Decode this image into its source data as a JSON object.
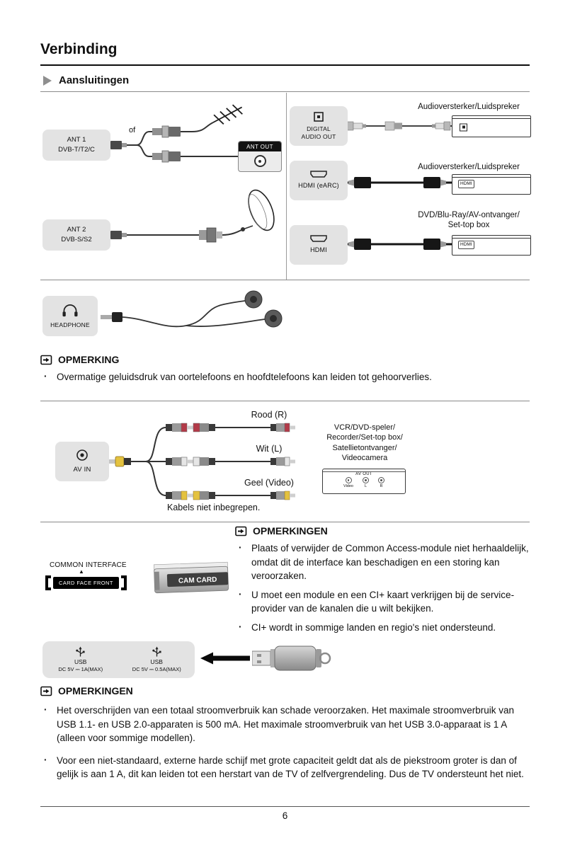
{
  "page": {
    "title": "Verbinding",
    "section": "Aansluitingen",
    "number": "6"
  },
  "antenna": {
    "ant1_line1": "ANT 1",
    "ant1_line2": "DVB-T/T2/C",
    "or_label": "of",
    "ant_out": "ANT OUT",
    "ant2_line1": "ANT 2",
    "ant2_line2": "DVB-S/S2"
  },
  "outputs": {
    "rows": [
      {
        "port_line1": "DIGITAL",
        "port_line2": "AUDIO OUT",
        "device": "Audioversterker/Luidspreker"
      },
      {
        "port": "HDMI (eARC)",
        "device": "Audioversterker/Luidspreker",
        "device_port": "HDMI"
      },
      {
        "port": "HDMI",
        "device_line1": "DVD/Blu-Ray/AV-ontvanger/",
        "device_line2": "Set-top box",
        "device_port": "HDMI"
      }
    ]
  },
  "headphone": {
    "port": "HEADPHONE"
  },
  "note_headphone": {
    "heading": "OPMERKING",
    "bullets": [
      "Overmatige geluidsdruk van oortelefoons en hoofdtelefoons kan leiden tot gehoorverlies."
    ]
  },
  "av_in": {
    "port": "AV IN",
    "labels": {
      "red": "Rood (R)",
      "white": "Wit (L)",
      "yellow": "Geel (Video)"
    },
    "device_lines": [
      "VCR/DVD-speler/",
      "Recorder/Set-top box/",
      "Satellietontvanger/",
      "Videocamera"
    ],
    "device": {
      "group": "AV OUT",
      "ports": [
        "Video",
        "L",
        "R"
      ]
    },
    "note": "Kabels niet inbegrepen."
  },
  "common_interface": {
    "label": "COMMON INTERFACE",
    "arrow": "▲",
    "card_face": "CARD FACE FRONT",
    "cam_card": "CAM CARD",
    "heading": "OPMERKINGEN",
    "bullets": [
      "Plaats of verwijder de Common Access-module niet herhaaldelijk, omdat dit de interface kan beschadigen en een storing kan veroorzaken.",
      "U moet een module en een CI+ kaart verkrijgen bij de service-provider van de kanalen die u wilt bekijken.",
      "CI+ wordt in sommige landen en regio's niet ondersteund."
    ]
  },
  "usb": {
    "ports": [
      {
        "label": "USB",
        "spec": "DC 5V ⎓ 1A(MAX)"
      },
      {
        "label": "USB",
        "spec": "DC 5V ⎓ 0.5A(MAX)"
      }
    ]
  },
  "note_usb": {
    "heading": "OPMERKINGEN",
    "bullets": [
      "Het overschrijden van een totaal stroomverbruik kan schade veroorzaken. Het maximale stroomverbruik van USB 1.1- en USB 2.0-apparaten is 500 mA. Het maximale stroomverbruik van het USB 3.0-apparaat is 1 A (alleen voor sommige modellen).",
      "Voor een niet-standaard, externe harde schijf met grote capaciteit geldt dat als de piekstroom groter is dan of gelijk is aan 1 A, dit kan leiden tot een herstart van de TV of zelfvergrendeling. Dus de TV ondersteunt het niet."
    ]
  },
  "colors": {
    "rca_red": "#b23a48",
    "rca_white": "#e6e6e6",
    "rca_yellow": "#e4c23f",
    "port_gray": "#e3e3e3"
  }
}
